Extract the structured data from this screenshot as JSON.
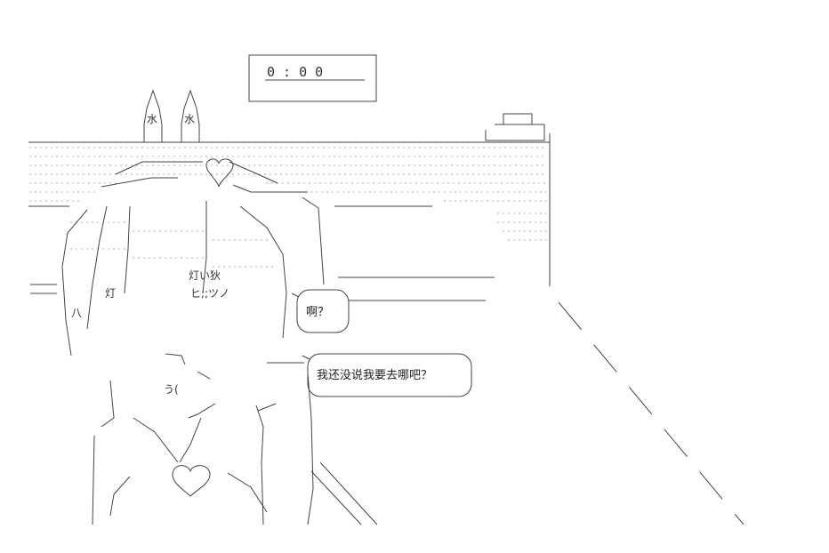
{
  "timer": {
    "display": "0 : 0 0"
  },
  "bottles": {
    "left_label": "水",
    "right_label": "水"
  },
  "bubbles": {
    "small_text": "啊？",
    "large_text": "我还没说我要去哪吧？"
  },
  "art_glyphs": {
    "lantern_1": "灯",
    "lantern_2": "灯い狄",
    "eye_mark": "ヒ;;ツノ",
    "mouth_mark": "う(",
    "left_hand": "八",
    "bow": "♡"
  },
  "colors": {
    "line": "#444444",
    "dots": "#9a9a9a",
    "background": "#ffffff"
  }
}
